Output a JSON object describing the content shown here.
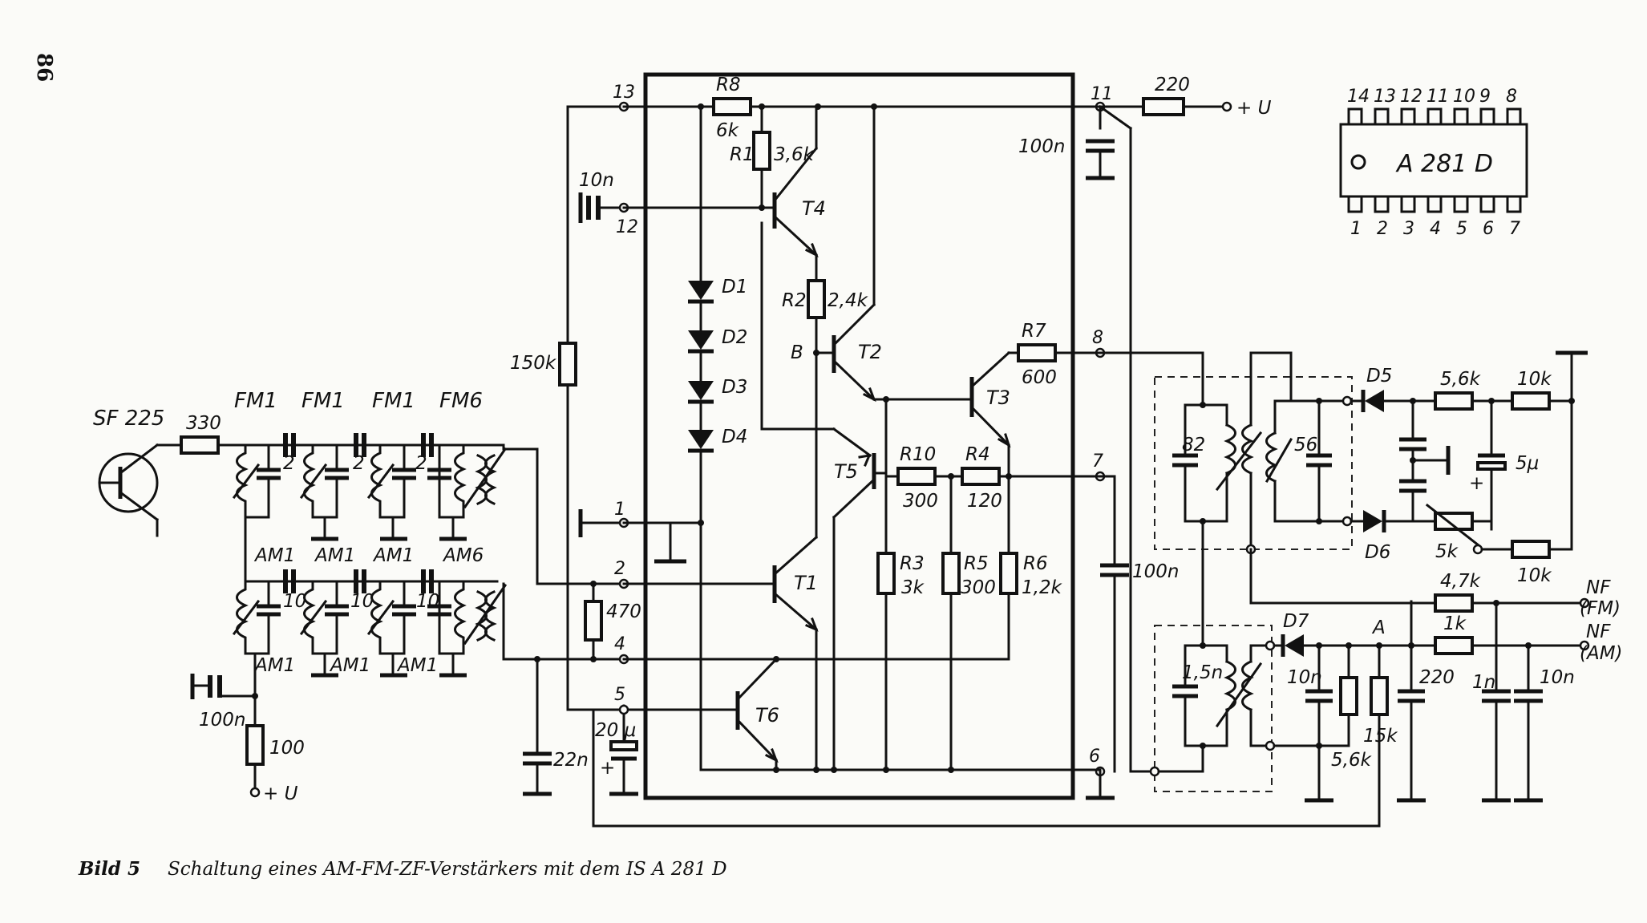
{
  "page_number": "86",
  "caption": {
    "figure": "Bild 5",
    "text": "Schaltung eines AM-FM-ZF-Verstärkers mit dem IS A 281 D"
  },
  "ic": {
    "name": "A 281 D",
    "pins_top": [
      "14",
      "13",
      "12",
      "11",
      "10",
      "9",
      "8"
    ],
    "pins_bottom": [
      "1",
      "2",
      "3",
      "4",
      "5",
      "6",
      "7"
    ]
  },
  "transistors": {
    "input": "SF 225",
    "t1": "T1",
    "t2": "T2",
    "t3": "T3",
    "t4": "T4",
    "t5": "T5",
    "t6": "T6"
  },
  "ic_pins": {
    "p1": "1",
    "p2": "2",
    "p4": "4",
    "p5": "5",
    "p6": "6",
    "p7": "7",
    "p8": "8",
    "p11": "11",
    "p12": "12",
    "p13": "13"
  },
  "components": {
    "r330": "330",
    "fm1_a": "FM1",
    "fm1_b": "FM1",
    "fm1_c": "FM1",
    "fm6": "FM6",
    "am1_a": "AM1",
    "am1_b": "AM1",
    "am1_c": "AM1",
    "am6": "AM6",
    "am1_d": "AM1",
    "am1_e": "AM1",
    "am1_f": "AM1",
    "c2_a": "2",
    "c2_b": "2",
    "c2_c": "2",
    "c10_a": "10",
    "c10_b": "10",
    "c10_c": "10",
    "c100n_in": "100n",
    "r100": "100",
    "us_in": "+ U",
    "r150k": "150k",
    "r470": "470",
    "c22n": "22n",
    "c20u": "20 μ",
    "c10n": "10n",
    "r8": "R8",
    "r8v": "6k",
    "r1": "R1",
    "r1v": "3,6k",
    "r2": "R2",
    "r2v": "2,4k",
    "b": "B",
    "r7": "R7",
    "r7v": "600",
    "r10": "R10",
    "r10v": "300",
    "r4": "R4",
    "r4v": "120",
    "r3": "R3",
    "r3v": "3k",
    "r5": "R5",
    "r5v": "300",
    "r6": "R6",
    "r6v": "1,2k",
    "d1": "D1",
    "d2": "D2",
    "d3": "D3",
    "d4": "D4",
    "c100n_a": "100n",
    "c100n_b": "100n",
    "r220": "220",
    "us_top": "+ U",
    "c82": "82",
    "c56": "56",
    "c15n": "1,5n",
    "d5": "D5",
    "d6": "D6",
    "d7": "D7",
    "r56k": "5,6k",
    "r10k_a": "10k",
    "r10k_b": "10k",
    "c5u": "5μ",
    "p5k": "5k",
    "r47k": "4,7k",
    "r1k": "1k",
    "a": "A",
    "c10n_b": "10n",
    "r56k_b": "5,6k",
    "r15k": "15k",
    "c220": "220",
    "c1n": "1n",
    "c10n_c": "10n",
    "nf_fm": "NF",
    "fm": "(FM)",
    "nf_am": "NF",
    "am": "(AM)"
  }
}
